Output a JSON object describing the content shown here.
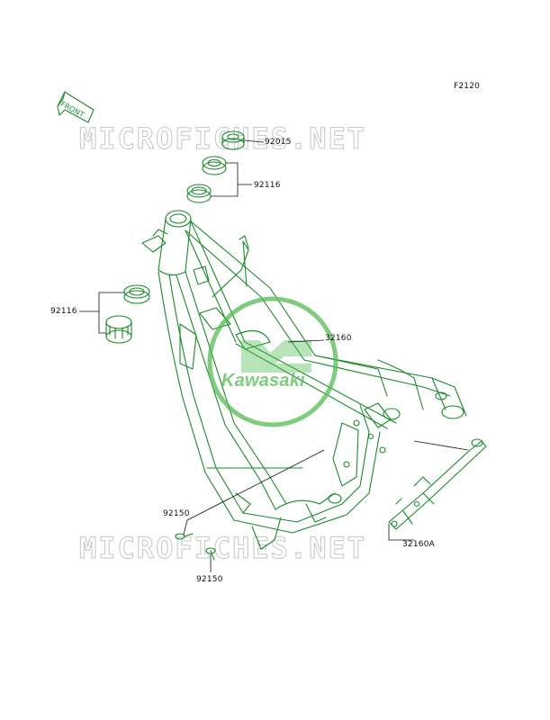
{
  "figure_code": "F2120",
  "front_arrow_text": "FRONT",
  "watermark_text": "MICROFICHES.NET",
  "logo_text": "Kawasaki",
  "colors": {
    "line": "#1a8a2a",
    "logo": "#55bb55",
    "watermark": "#c8c8c8"
  },
  "callouts": {
    "p92015": "92015",
    "p92116_top": "92116",
    "p92116_left": "92116",
    "p32160": "32160",
    "p32160A": "32160A",
    "p92150_a": "92150",
    "p92150_b": "92150"
  }
}
